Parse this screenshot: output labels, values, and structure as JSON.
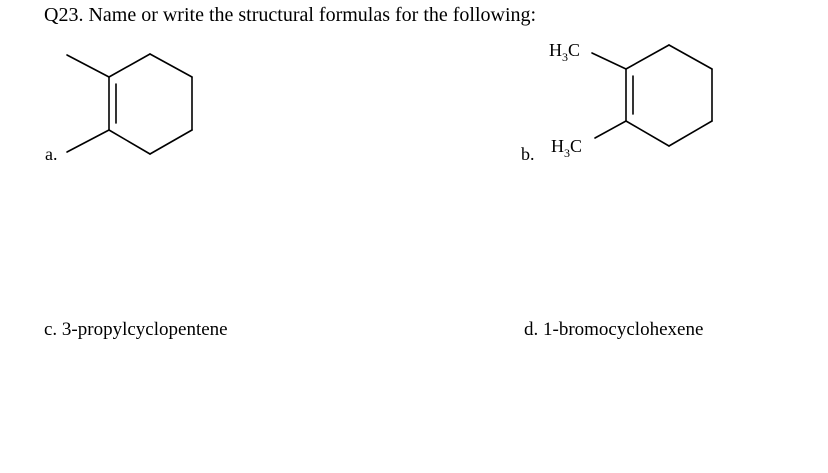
{
  "question": {
    "title": "Q23. Name or write the structural formulas for the following:"
  },
  "parts": {
    "a": {
      "label": "a."
    },
    "b": {
      "label": "b.",
      "substituent_top": {
        "symbol_h": "H",
        "subscript": "3",
        "symbol_c": "C"
      },
      "substituent_bottom": {
        "symbol_h": "H",
        "subscript": "3",
        "symbol_c": "C"
      }
    },
    "c": {
      "text": "c. 3-propylcyclopentene"
    },
    "d": {
      "text": "d. 1-bromocyclohexene"
    }
  }
}
